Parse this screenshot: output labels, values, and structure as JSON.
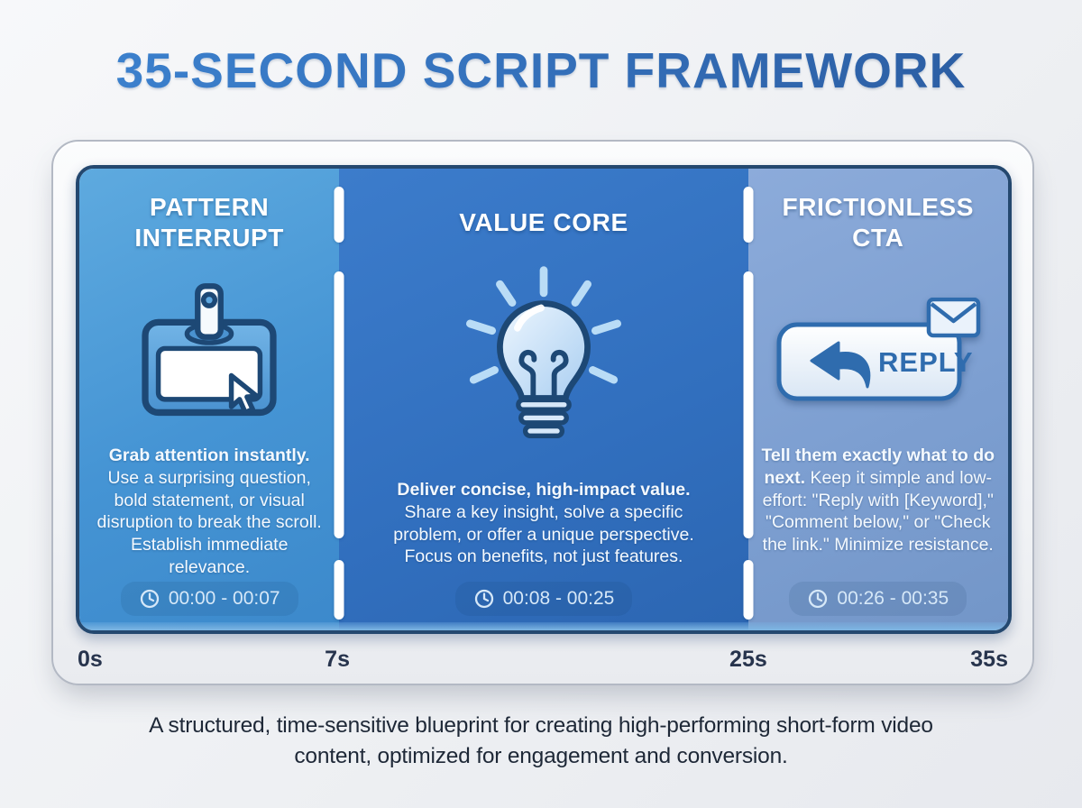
{
  "title": "35-SECOND SCRIPT FRAMEWORK",
  "panels": [
    {
      "header": "PATTERN\nINTERRUPT",
      "icon": "name-badge-cursor-icon",
      "lead": "Grab attention instantly.",
      "body": "Use a surprising question, bold statement, or visual disruption to break the scroll. Establish immediate relevance.",
      "time": "00:00 - 00:07"
    },
    {
      "header": "VALUE CORE",
      "icon": "lightbulb-icon",
      "lead": "Deliver concise, high-impact value.",
      "body": "Share a key insight, solve a specific problem, or offer a unique perspective. Focus on benefits, not just features.",
      "time": "00:08 - 00:25"
    },
    {
      "header": "FRICTIONLESS\nCTA",
      "icon": "reply-button-icon",
      "lead": "Tell them exactly what to do next.",
      "body": "Keep it simple and low-effort: \"Reply with [Keyword],\" \"Comment below,\" or \"Check the link.\" Minimize resistance.",
      "time": "00:26 - 00:35"
    }
  ],
  "reply_button": {
    "label": "REPLY"
  },
  "timeline": {
    "labels": [
      "0s",
      "7s",
      "25s",
      "35s"
    ]
  },
  "footer": "A structured, time-sensitive blueprint for creating high-performing short-form video content, optimized for engagement and conversion.",
  "colors": {
    "title_start": "#3d84d1",
    "title_end": "#2a5a9e",
    "panel1": "#4594d4",
    "panel2": "#316fbe",
    "panel3": "#7d9fd1",
    "outline_navy": "#24486f",
    "icon_navy": "#1d4875",
    "accent_blue": "#2f6cae",
    "time_text": "#d6e8f8",
    "timeline_label": "#27344d"
  }
}
